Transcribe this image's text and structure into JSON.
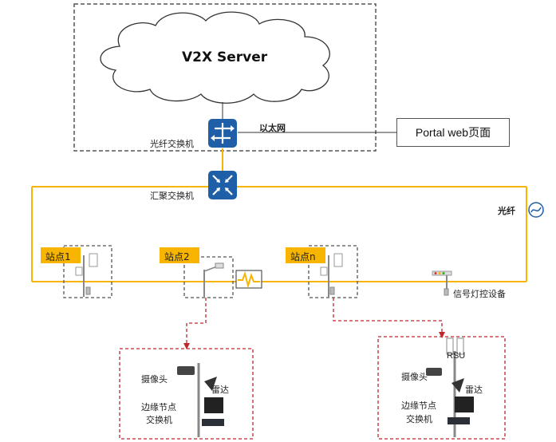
{
  "diagram": {
    "server_label": "V2X Server",
    "fiber_switch_label": "光纤交换机",
    "ethernet_label": "以太网",
    "portal_label": "Portal web页面",
    "aggregation_switch_label": "汇聚交换机",
    "fiber_label": "光纤",
    "sites": [
      "站点1",
      "站点2",
      "站点n"
    ],
    "signal_device_label": "信号灯控设备",
    "detail_left": {
      "camera_label": "摄像头",
      "radar_label": "雷达",
      "edge_label_line1": "边缘节点",
      "edge_label_line2": "交换机"
    },
    "detail_right": {
      "rsu_label": "RSU",
      "camera_label": "摄像头",
      "radar_label": "雷达",
      "edge_label_line1": "边缘节点",
      "edge_label_line2": "交换机"
    },
    "colors": {
      "fiber_line": "#f7b500",
      "switch_blue": "#1f5fa8",
      "detail_border": "#c0262d",
      "site_tag": "#f7b500"
    }
  }
}
